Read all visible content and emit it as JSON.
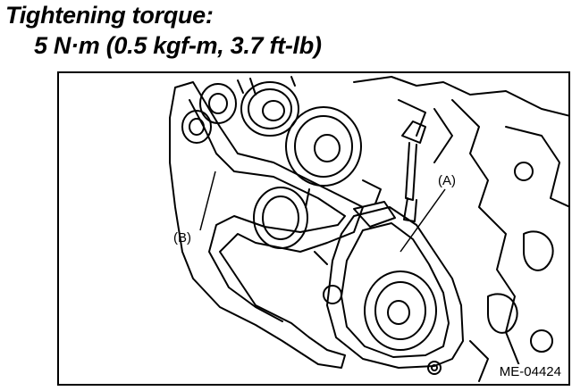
{
  "heading": {
    "line1": "Tightening torque:",
    "line2": "5 N·m (0.5 kgf-m, 3.7 ft-lb)"
  },
  "figure": {
    "label_a": "(A)",
    "label_b": "(B)",
    "code": "ME-04424"
  }
}
